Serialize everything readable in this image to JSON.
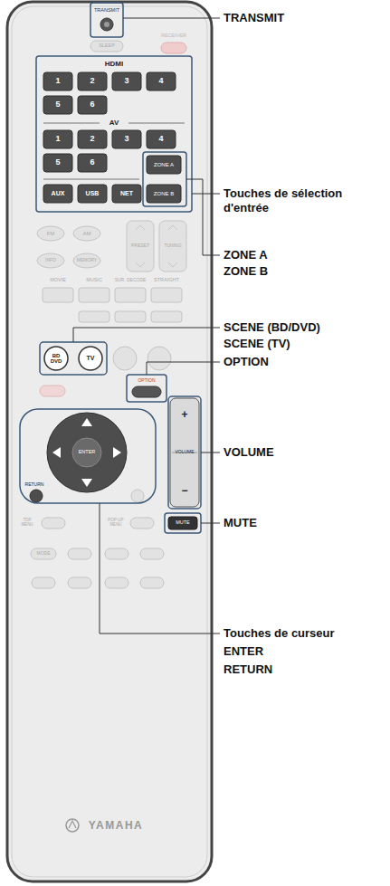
{
  "diagram": {
    "labels": [
      "TRANSMIT",
      "SLEEP",
      "RECEIVER",
      "HDMI",
      "1",
      "2",
      "3",
      "4",
      "5",
      "6",
      "AV",
      "1",
      "2",
      "3",
      "4",
      "5",
      "6",
      "ZONE A",
      "AUX",
      "USB",
      "NET",
      "ZONE B",
      "FM",
      "AM",
      "PRESET",
      "TUNING",
      "INFO",
      "MEMORY",
      "MOVIE",
      "MUSIC",
      "SUR. DECODE",
      "STRAIGHT",
      "BD DVD",
      "TV",
      "OPTION",
      "ENTER",
      "RETURN",
      "VOLUME",
      "+",
      "−",
      "MUTE",
      "TOP MENU",
      "POP-UP MENU",
      "MODE",
      "YAMAHA",
      "TRANSMIT",
      "Touches de sélection d'entrée",
      "ZONE A",
      "ZONE B",
      "SCENE (BD/DVD)",
      "SCENE (TV)",
      "OPTION",
      "VOLUME",
      "MUTE",
      "Touches de curseur",
      "ENTER",
      "RETURN"
    ]
  }
}
